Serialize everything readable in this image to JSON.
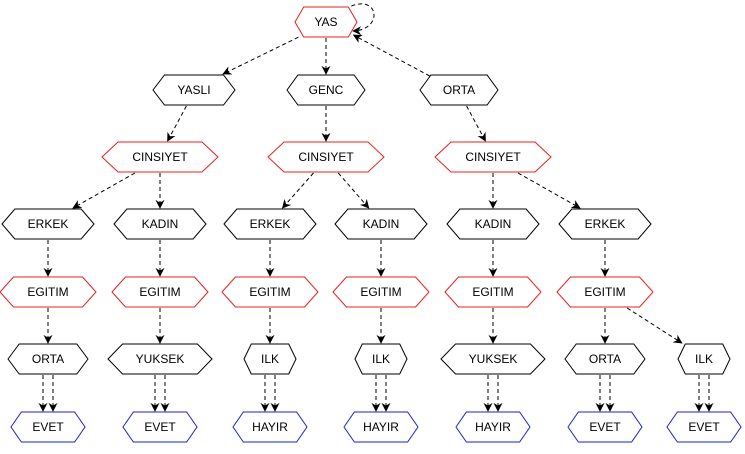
{
  "colors": {
    "attribute": "#e8201c",
    "value": "#000000",
    "leaf": "#1a22d6",
    "edge": "#000000"
  },
  "tree": {
    "nodes": [
      {
        "id": "yas",
        "label": "YAS",
        "role": "attribute"
      },
      {
        "id": "yasli",
        "label": "YASLI",
        "role": "value"
      },
      {
        "id": "genc",
        "label": "GENC",
        "role": "value"
      },
      {
        "id": "orta_age",
        "label": "ORTA",
        "role": "value"
      },
      {
        "id": "cins1",
        "label": "CINSIYET",
        "role": "attribute"
      },
      {
        "id": "cins2",
        "label": "CINSIYET",
        "role": "attribute"
      },
      {
        "id": "cins3",
        "label": "CINSIYET",
        "role": "attribute"
      },
      {
        "id": "erkek1",
        "label": "ERKEK",
        "role": "value"
      },
      {
        "id": "kadin1",
        "label": "KADIN",
        "role": "value"
      },
      {
        "id": "erkek2",
        "label": "ERKEK",
        "role": "value"
      },
      {
        "id": "kadin2",
        "label": "KADIN",
        "role": "value"
      },
      {
        "id": "kadin3",
        "label": "KADIN",
        "role": "value"
      },
      {
        "id": "erkek3",
        "label": "ERKEK",
        "role": "value"
      },
      {
        "id": "egt1",
        "label": "EGITIM",
        "role": "attribute"
      },
      {
        "id": "egt2",
        "label": "EGITIM",
        "role": "attribute"
      },
      {
        "id": "egt3",
        "label": "EGITIM",
        "role": "attribute"
      },
      {
        "id": "egt4",
        "label": "EGITIM",
        "role": "attribute"
      },
      {
        "id": "egt5",
        "label": "EGITIM",
        "role": "attribute"
      },
      {
        "id": "egt6",
        "label": "EGITIM",
        "role": "attribute"
      },
      {
        "id": "v_orta1",
        "label": "ORTA",
        "role": "value"
      },
      {
        "id": "v_yuksek1",
        "label": "YUKSEK",
        "role": "value"
      },
      {
        "id": "v_ilk1",
        "label": "ILK",
        "role": "value"
      },
      {
        "id": "v_ilk2",
        "label": "ILK",
        "role": "value"
      },
      {
        "id": "v_yuksek2",
        "label": "YUKSEK",
        "role": "value"
      },
      {
        "id": "v_orta2",
        "label": "ORTA",
        "role": "value"
      },
      {
        "id": "v_ilk3",
        "label": "ILK",
        "role": "value"
      },
      {
        "id": "leaf1",
        "label": "EVET",
        "role": "leaf"
      },
      {
        "id": "leaf2",
        "label": "EVET",
        "role": "leaf"
      },
      {
        "id": "leaf3",
        "label": "HAYIR",
        "role": "leaf"
      },
      {
        "id": "leaf4",
        "label": "HAYIR",
        "role": "leaf"
      },
      {
        "id": "leaf5",
        "label": "HAYIR",
        "role": "leaf"
      },
      {
        "id": "leaf6",
        "label": "EVET",
        "role": "leaf"
      },
      {
        "id": "leaf7",
        "label": "EVET",
        "role": "leaf"
      }
    ],
    "edges": [
      {
        "from": "yas",
        "to": "yas",
        "count": 1
      },
      {
        "from": "yas",
        "to": "yasli",
        "count": 1
      },
      {
        "from": "yas",
        "to": "genc",
        "count": 1
      },
      {
        "from": "orta_age",
        "to": "yas",
        "count": 1
      },
      {
        "from": "yasli",
        "to": "cins1",
        "count": 1
      },
      {
        "from": "genc",
        "to": "cins2",
        "count": 1
      },
      {
        "from": "orta_age",
        "to": "cins3",
        "count": 1
      },
      {
        "from": "cins1",
        "to": "erkek1",
        "count": 1
      },
      {
        "from": "cins1",
        "to": "kadin1",
        "count": 1
      },
      {
        "from": "cins2",
        "to": "erkek2",
        "count": 1
      },
      {
        "from": "cins2",
        "to": "kadin2",
        "count": 1
      },
      {
        "from": "cins3",
        "to": "kadin3",
        "count": 1
      },
      {
        "from": "cins3",
        "to": "erkek3",
        "count": 1
      },
      {
        "from": "erkek1",
        "to": "egt1",
        "count": 1
      },
      {
        "from": "kadin1",
        "to": "egt2",
        "count": 1
      },
      {
        "from": "erkek2",
        "to": "egt3",
        "count": 1
      },
      {
        "from": "kadin2",
        "to": "egt4",
        "count": 1
      },
      {
        "from": "kadin3",
        "to": "egt5",
        "count": 1
      },
      {
        "from": "erkek3",
        "to": "egt6",
        "count": 1
      },
      {
        "from": "egt1",
        "to": "v_orta1",
        "count": 1
      },
      {
        "from": "egt2",
        "to": "v_yuksek1",
        "count": 1
      },
      {
        "from": "egt3",
        "to": "v_ilk1",
        "count": 1
      },
      {
        "from": "egt4",
        "to": "v_ilk2",
        "count": 1
      },
      {
        "from": "egt5",
        "to": "v_yuksek2",
        "count": 1
      },
      {
        "from": "egt6",
        "to": "v_orta2",
        "count": 1
      },
      {
        "from": "egt6",
        "to": "v_ilk3",
        "count": 1
      },
      {
        "from": "v_orta1",
        "to": "leaf1",
        "count": 2
      },
      {
        "from": "v_yuksek1",
        "to": "leaf2",
        "count": 2
      },
      {
        "from": "v_ilk1",
        "to": "leaf3",
        "count": 2
      },
      {
        "from": "v_ilk2",
        "to": "leaf4",
        "count": 2
      },
      {
        "from": "v_yuksek2",
        "to": "leaf5",
        "count": 2
      },
      {
        "from": "v_orta2",
        "to": "leaf6",
        "count": 2
      },
      {
        "from": "v_ilk3",
        "to": "leaf7",
        "count": 2
      }
    ]
  }
}
